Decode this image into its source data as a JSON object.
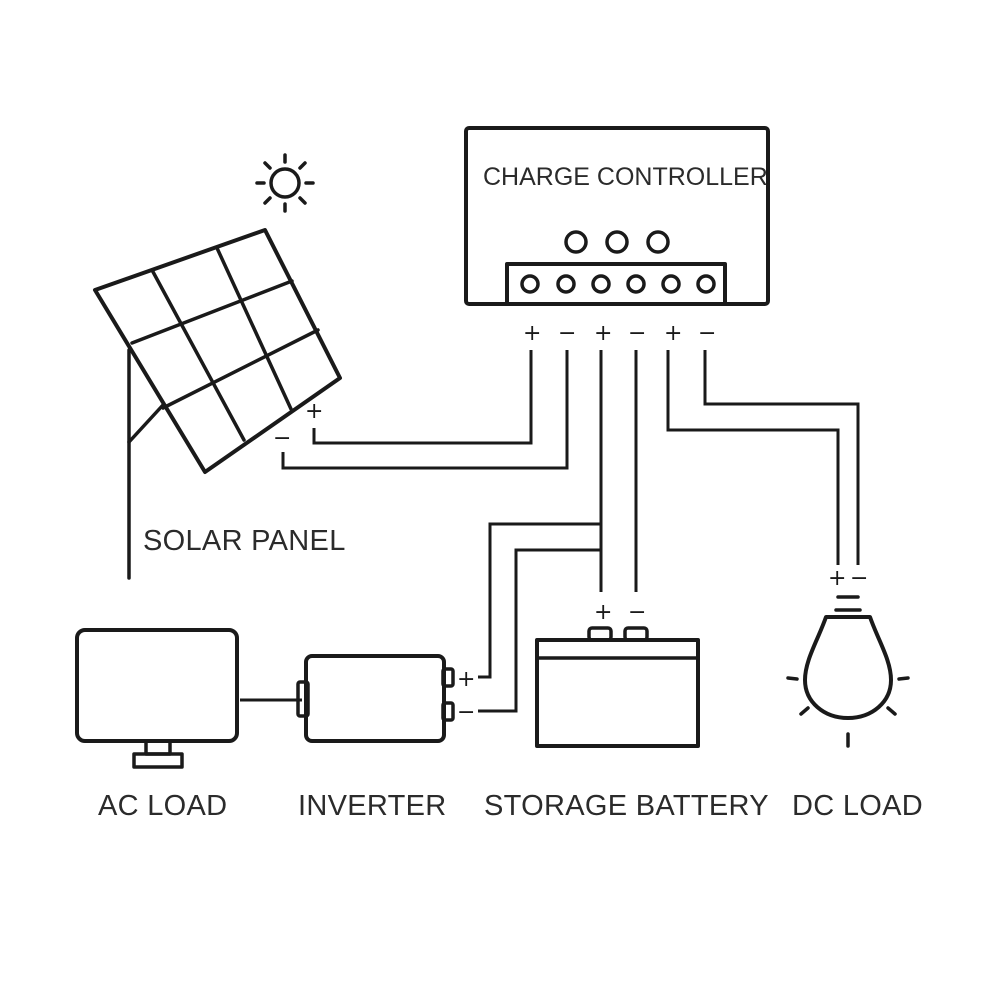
{
  "labels": {
    "charge_controller": "CHARGE CONTROLLER",
    "solar_panel": "SOLAR PANEL",
    "ac_load": "AC LOAD",
    "inverter": "INVERTER",
    "storage_battery": "STORAGE BATTERY",
    "dc_load": "DC LOAD"
  },
  "terminals": {
    "controller": [
      "+",
      "−",
      "+",
      "−",
      "+",
      "−"
    ],
    "panel_plus": "+",
    "panel_minus": "−",
    "battery_plus": "+",
    "battery_minus": "−",
    "inverter_plus": "+",
    "inverter_minus": "−",
    "dc_load_plus": "+",
    "dc_load_minus": "−"
  },
  "colors": {
    "line": "#1a1a1a",
    "text": "#2b2b2b",
    "background": "#ffffff"
  }
}
